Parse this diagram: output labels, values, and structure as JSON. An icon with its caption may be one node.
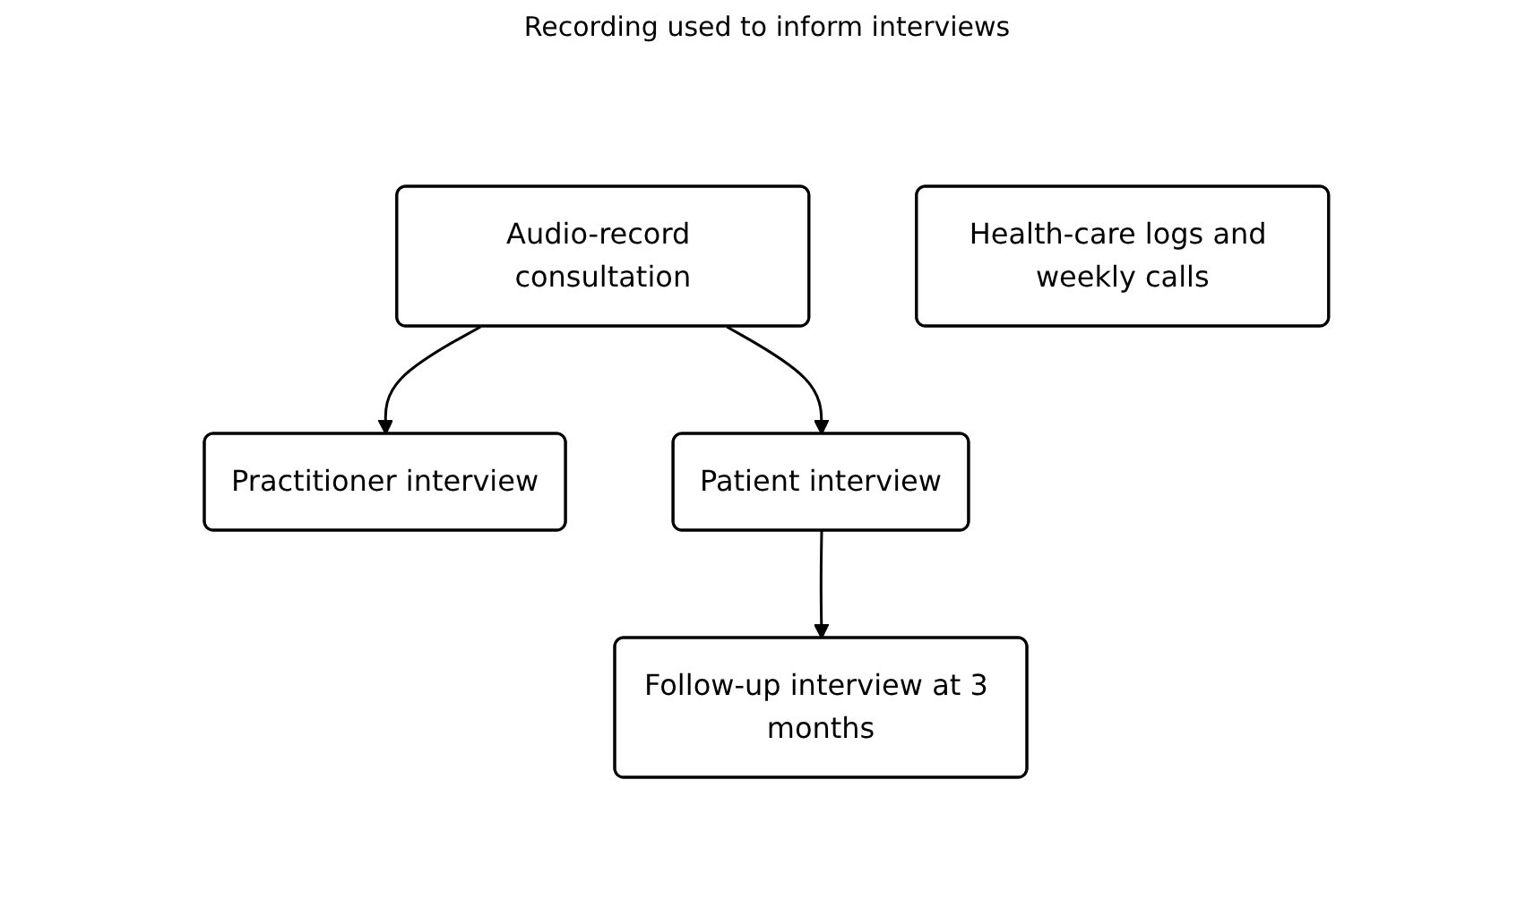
{
  "diagram": {
    "nodes": [
      {
        "text": [
          "Audio-record consultation"
        ]
      },
      {
        "text": [
          "Practitioner interview"
        ]
      },
      {
        "text": [
          "Patient interview"
        ]
      },
      {
        "text": [
          "Health-care logs and weekly calls"
        ]
      },
      {
        "text": [
          "Follow-up interview at 3 months"
        ]
      }
    ],
    "edges": [
      {
        "from": 0,
        "to": 1,
        "arrow": "to"
      },
      {
        "from": 0,
        "to": 2,
        "arrow": "to"
      },
      {
        "from": 2,
        "to": 4,
        "arrow": "to"
      }
    ],
    "labels": [
      "Recording used to inform interviews"
    ]
  }
}
